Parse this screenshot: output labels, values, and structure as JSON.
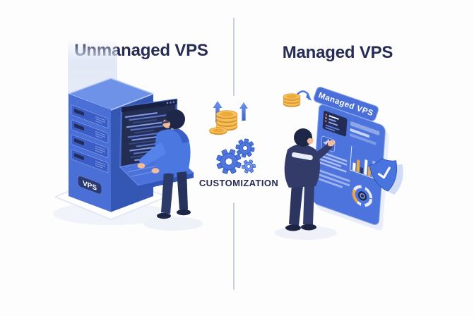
{
  "header": {
    "left_title": "Unmanaged VPS",
    "right_title": "Managed VPS"
  },
  "left_scene": {
    "server_badge": "VPS",
    "elements": [
      "server-tower-icon",
      "laptop-code-screen-icon",
      "developer-typing-figure"
    ]
  },
  "right_scene": {
    "dashboard_banner": "Managed VPS",
    "elements": [
      "coins-sync-icon",
      "managed-dashboard-panel",
      "admin-pointing-figure",
      "shield-check-icon"
    ]
  },
  "center_divider": {
    "caption": "CUSTOMIZATION",
    "icons": [
      "up-arrow-icon",
      "coins-stack-icon",
      "gears-icon"
    ]
  },
  "colors": {
    "background": "#ffffff",
    "primary_blue": "#4a72da",
    "dark_navy": "#262c55",
    "screen_navy": "#232d52",
    "gold": "#f6c05c",
    "orange_accent": "#f0a73f",
    "divider": "#c9d0e3"
  }
}
